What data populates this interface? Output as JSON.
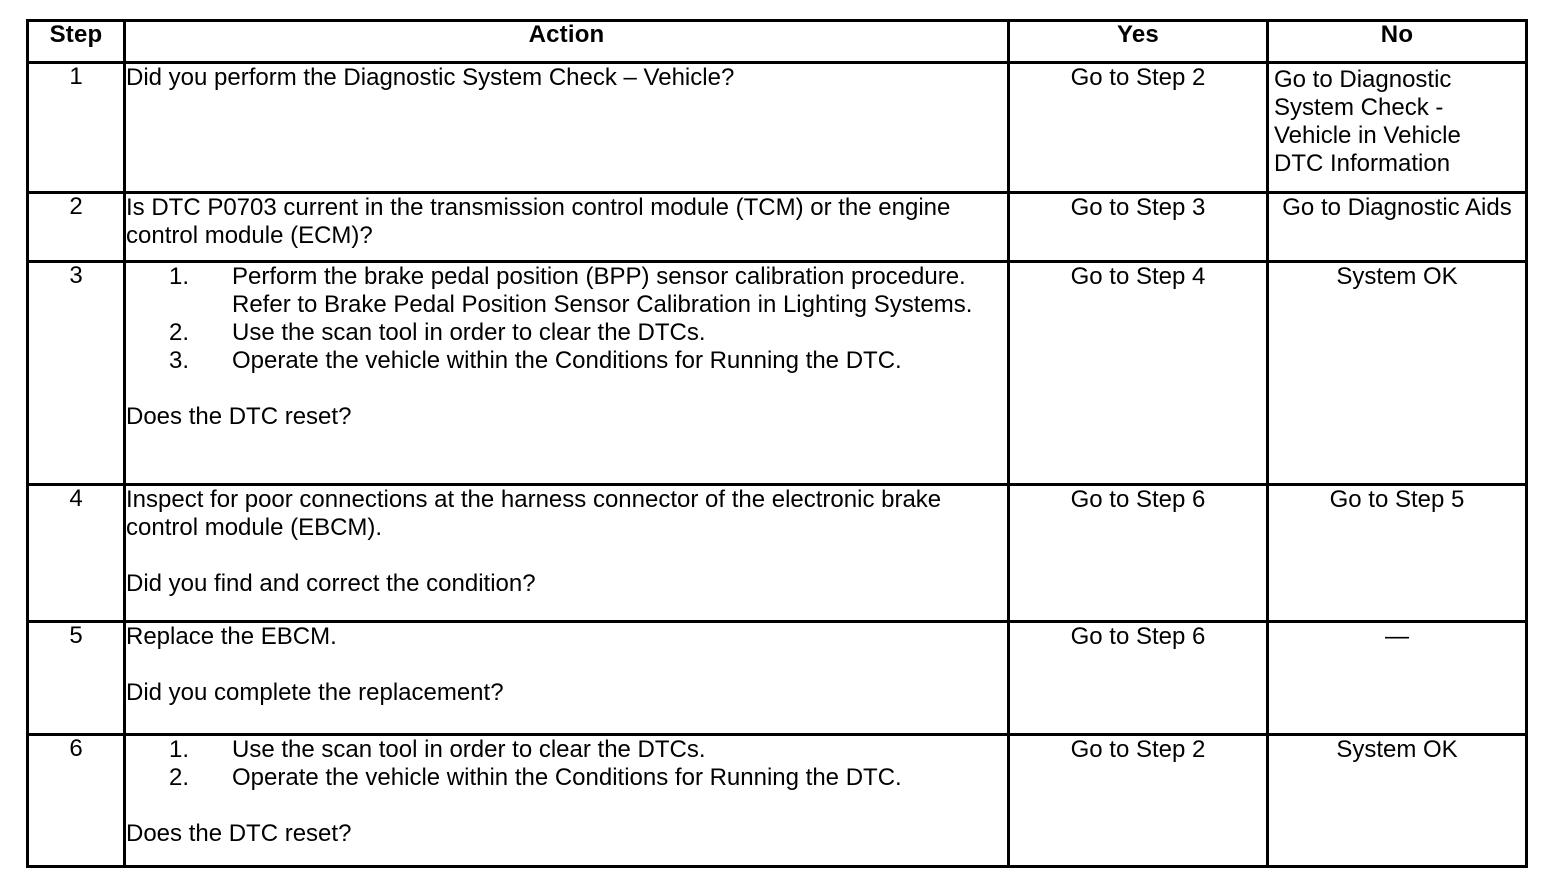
{
  "table": {
    "columns": [
      {
        "key": "step",
        "label": "Step"
      },
      {
        "key": "action",
        "label": "Action"
      },
      {
        "key": "yes",
        "label": "Yes"
      },
      {
        "key": "no",
        "label": "No"
      }
    ],
    "rows": [
      {
        "step": "1",
        "action": {
          "intro": "Did you perform the Diagnostic System Check – Vehicle?"
        },
        "yes": "Go to Step 2",
        "no_lines": [
          "Go to Diagnostic",
          "System Check -",
          "Vehicle in Vehicle",
          "DTC Information"
        ]
      },
      {
        "step": "2",
        "action": {
          "intro": "Is DTC P0703 current in the transmission control module (TCM) or the engine control module (ECM)?"
        },
        "yes": "Go to Step 3",
        "no": "Go to Diagnostic Aids"
      },
      {
        "step": "3",
        "action": {
          "list": [
            {
              "num": "1.",
              "text": "Perform the brake pedal position (BPP) sensor calibration procedure. Refer to Brake Pedal Position Sensor Calibration in Lighting Systems."
            },
            {
              "num": "2.",
              "text": "Use the scan tool in order to clear the DTCs."
            },
            {
              "num": "3.",
              "text": "Operate the vehicle within the Conditions for Running the DTC."
            }
          ],
          "question": "Does the DTC reset?"
        },
        "yes": "Go to Step 4",
        "no": "System OK"
      },
      {
        "step": "4",
        "action": {
          "intro": "Inspect for poor connections at the harness connector of the electronic brake control module (EBCM).",
          "question": "Did you find and correct the condition?"
        },
        "yes": "Go to Step 6",
        "no": "Go to Step 5"
      },
      {
        "step": "5",
        "action": {
          "intro": "Replace the EBCM.",
          "question": "Did you complete the replacement?"
        },
        "yes": "Go to Step 6",
        "no": "—"
      },
      {
        "step": "6",
        "action": {
          "list": [
            {
              "num": "1.",
              "text": "Use the scan tool in order to clear the DTCs."
            },
            {
              "num": "2.",
              "text": "Operate the vehicle within the Conditions for Running the DTC."
            }
          ],
          "question": "Does the DTC reset?"
        },
        "yes": "Go to Step 2",
        "no": "System OK"
      }
    ]
  }
}
